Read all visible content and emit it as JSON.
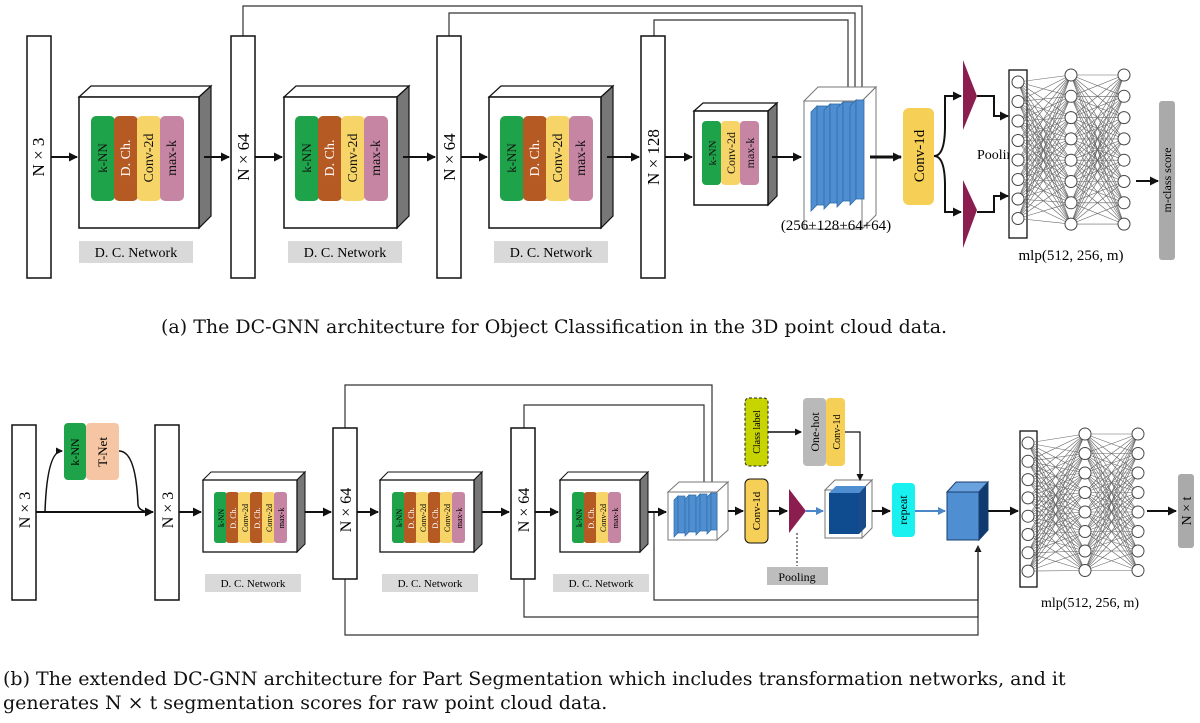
{
  "colors": {
    "knn": "#1fa34a",
    "dch": "#b65a24",
    "conv": "#f7d468",
    "maxk": "#c685a3",
    "feature_blue": "#4f8fd1",
    "pool": "#8b1d4f",
    "convbox": "#f6cf57",
    "classlabel": "#c8d400",
    "onehot": "#b9b9b9",
    "repeat": "#19f0f0",
    "gray_label": "#d9d9d9",
    "score": "#aaaaaa"
  },
  "panel_a": {
    "input": "N × 3",
    "dims": [
      "N × 64",
      "N × 64",
      "N × 128"
    ],
    "block_labels": {
      "knn": "k-NN",
      "dch": "D. Ch.",
      "conv": "Conv-2d",
      "maxk": "max-k"
    },
    "network_label": "D. C. Network",
    "concat_label": "(256+128+64+64)",
    "conv1d": "Conv-1d",
    "pooling": "Pooling",
    "mlp": "mlp(512, 256, m)",
    "score": "m-class score",
    "caption": "(a) The DC-GNN architecture for Object Classification in the 3D point cloud data."
  },
  "panel_b": {
    "input": "N × 3",
    "tnet_knn": "k-NN",
    "tnet": "T-Net",
    "input2": "N × 3",
    "dims": [
      "N × 64",
      "N × 64"
    ],
    "block_labels": {
      "knn": "k-NN",
      "dch": "D. Ch.",
      "conv": "Conv-2d",
      "maxk": "max-k"
    },
    "network_label": "D. C. Network",
    "class_label": "Class label",
    "onehot": "One-hot",
    "conv1d": "Conv-1d",
    "pooling": "Pooling",
    "repeat": "repeat",
    "mlp": "mlp(512, 256, m)",
    "output": "N × t",
    "caption_line1": "(b) The extended DC-GNN architecture for Part Segmentation which includes transformation networks, and it",
    "caption_line2": "generates N × t segmentation scores for raw point cloud data."
  }
}
